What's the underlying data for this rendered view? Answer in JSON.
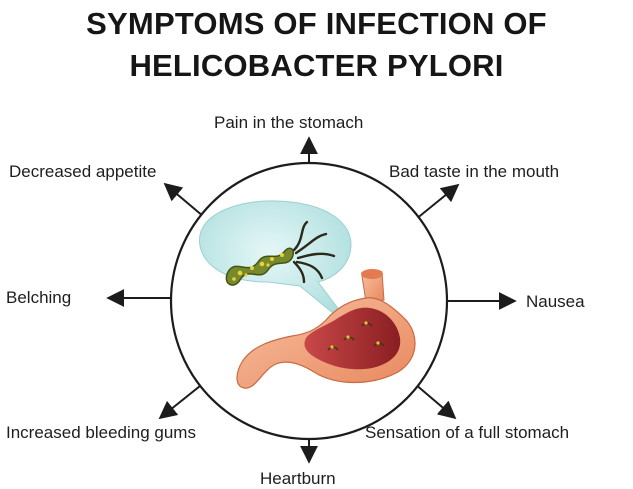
{
  "title": {
    "line1": "SYMPTOMS OF INFECTION OF",
    "line2": "HELICOBACTER PYLORI"
  },
  "symptoms": [
    "Pain in the stomach",
    "Bad taste in the mouth",
    "Nausea",
    "Sensation of a full stomach",
    "Heartburn",
    "Increased bleeding gums",
    "Belching",
    "Decreased appetite"
  ],
  "colors": {
    "arrow": "#1c1c1c",
    "bubble": "#bfe6e6",
    "bacterium": "#7a8a2a",
    "stomach": "#f2a07a",
    "stomach_inner": "#b03030"
  }
}
